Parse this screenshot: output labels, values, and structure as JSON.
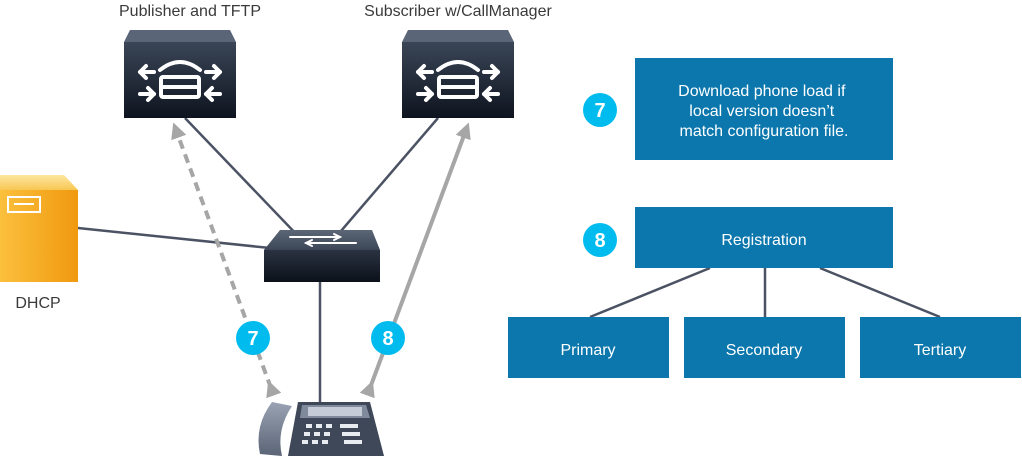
{
  "labels": {
    "publisher": "Publisher and TFTP",
    "subscriber": "Subscriber w/CallManager",
    "dhcp": "DHCP"
  },
  "steps": {
    "download": {
      "number": "7",
      "text_lines": [
        "Download phone load if",
        "local version doesn’t",
        "match configuration file."
      ]
    },
    "registration": {
      "number": "8",
      "text": "Registration",
      "children": [
        "Primary",
        "Secondary",
        "Tertiary"
      ]
    }
  },
  "colors": {
    "box": "#0b77ad",
    "badge": "#00bcee",
    "server": "#0e141f",
    "line": "#4b5263",
    "arrow": "#a6a6a6",
    "dhcp": "#f5a51c"
  },
  "icons": {
    "server": "call-manager-server-icon",
    "switch": "network-switch-icon",
    "dhcp": "dhcp-server-icon",
    "phone": "ip-phone-icon"
  }
}
